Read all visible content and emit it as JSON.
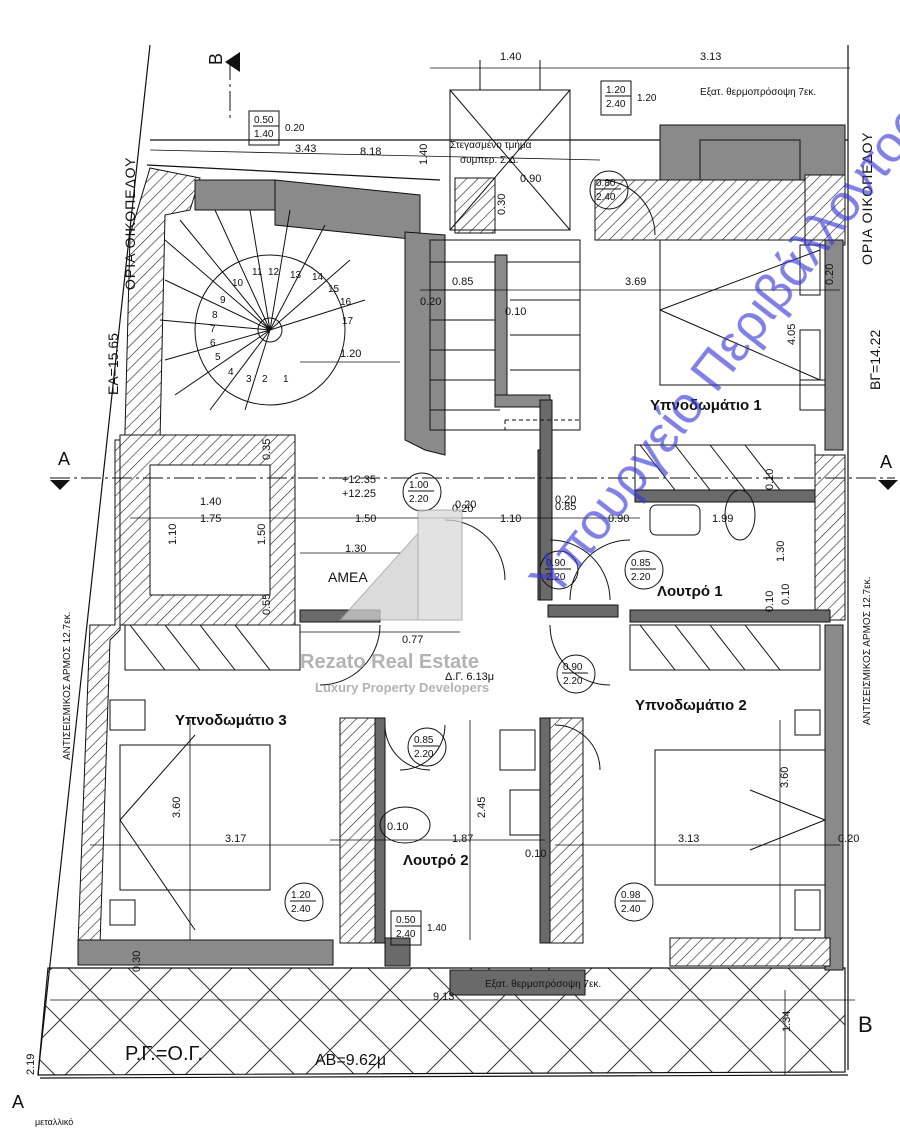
{
  "section_markers": {
    "A": "A",
    "B": "B"
  },
  "plot_labels": {
    "left_boundary": "ΟΡΙΑ ΟΙΚΟΠΕΔΟΥ",
    "right_boundary": "ΟΡΙΑ ΟΙΚΟΠΕΔΟΥ"
  },
  "side_lengths": {
    "left": "ΕΑ=15.65",
    "right": "ΒΓ=14.22",
    "bottom": "ΑΒ=9.62μ"
  },
  "joint_labels": {
    "left": "ΑΝΤΙΣΕΙΣΜΙΚΟΣ ΑΡΜΟΣ 12.7εκ.",
    "right": "ΑΝΤΙΣΕΙΣΜΙΚΟΣ ΑΡΜΟΣ 12.7εκ."
  },
  "building_line": "Ρ.Γ.=Ο.Γ.",
  "material_note": "μεταλλικό",
  "rooms": {
    "bedroom1": "Υπνοδωμάτιο 1",
    "bedroom2": "Υπνοδωμάτιο 2",
    "bedroom3": "Υπνοδωμάτιο 3",
    "bathroom1": "Λουτρό 1",
    "bathroom2": "Λουτρό 2",
    "amea": "ΑΜΕΑ",
    "partial_roof": [
      "Στεγασμένο τμήμα",
      "συμπερ. Σ.Δ."
    ]
  },
  "notes": {
    "facade_top": "Εξατ. θερμοπρόσοψη 7εκ.",
    "facade_bottom": "Εξατ. θερμοπρόσοψη 7εκ."
  },
  "levels": {
    "top": "+12.35",
    "bottom": "+12.25"
  },
  "area_label": "Δ.Γ. 6.13μ",
  "stair_numbers": [
    "1",
    "2",
    "3",
    "4",
    "5",
    "6",
    "7",
    "8",
    "9",
    "10",
    "11",
    "12",
    "13",
    "14",
    "15",
    "16",
    "17"
  ],
  "openings": [
    {
      "w": "0.50",
      "h": "1.40",
      "s": "0.20"
    },
    {
      "w": "1.20",
      "h": "2.40",
      "s": "1.20"
    },
    {
      "w": "0.80",
      "h": "2.40"
    },
    {
      "w": "1.00",
      "h": "2.20"
    },
    {
      "w": "0.90",
      "h": "2.20"
    },
    {
      "w": "0.85",
      "h": "2.20"
    },
    {
      "w": "0.90",
      "h": "2.20"
    },
    {
      "w": "0.85",
      "h": "2.20"
    },
    {
      "w": "1.20",
      "h": "2.40"
    },
    {
      "w": "0.50",
      "h": "2.40",
      "s": "1.40"
    },
    {
      "w": "0.98",
      "h": "2.40"
    },
    {
      "w": "0.90",
      "h": "2.20"
    }
  ],
  "dimensions": [
    "1.40",
    "3.13",
    "3.43",
    "8.18",
    "1.40",
    "0.90",
    "0.30",
    "0.85",
    "3.69",
    "4.05",
    "1.20",
    "0.20",
    "0.10",
    "1.40",
    "1.75",
    "1.10",
    "1.50",
    "1.50",
    "1.30",
    "0.77",
    "0.20",
    "1.10",
    "0.90",
    "1.99",
    "0.10",
    "1.30",
    "0.10",
    "0.85",
    "0.10",
    "3.60",
    "3.17",
    "0.10",
    "1.87",
    "2.45",
    "3.13",
    "3.60",
    "0.20",
    "0.30",
    "9.13",
    "1.34",
    "2.19",
    "0.20",
    "0.10",
    "0.35",
    "0.55",
    "0.20",
    "0.20"
  ],
  "watermark": {
    "brand": "Rezato  Real Estate",
    "tagline": "Luxury Property Developers",
    "diagonal": "Υπουργείο Περιβάλλοντος"
  }
}
